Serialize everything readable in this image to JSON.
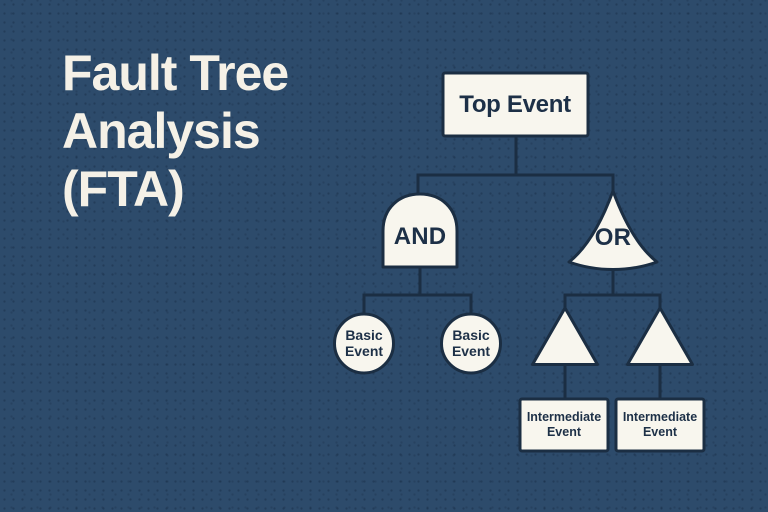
{
  "title": {
    "display": "Fault Tree\nAnalysis\n(FTA)"
  },
  "colors": {
    "background": "#2d4b6b",
    "shape_fill": "#f8f6ee",
    "line": "#1b2e43",
    "shape_text": "#1d3047",
    "title_text": "#f5f1e7"
  },
  "diagram": {
    "top_event": {
      "label": "Top Event"
    },
    "gates": [
      {
        "type": "AND",
        "label": "AND"
      },
      {
        "type": "OR",
        "label": "OR"
      }
    ],
    "basic_events": [
      {
        "label": "Basic\nEvent"
      },
      {
        "label": "Basic\nEvent"
      }
    ],
    "transfer_symbols": [
      {
        "shape": "triangle"
      },
      {
        "shape": "triangle"
      }
    ],
    "intermediate_events": [
      {
        "label": "Intermediate\nEvent"
      },
      {
        "label": "Intermediate\nEvent"
      }
    ]
  }
}
